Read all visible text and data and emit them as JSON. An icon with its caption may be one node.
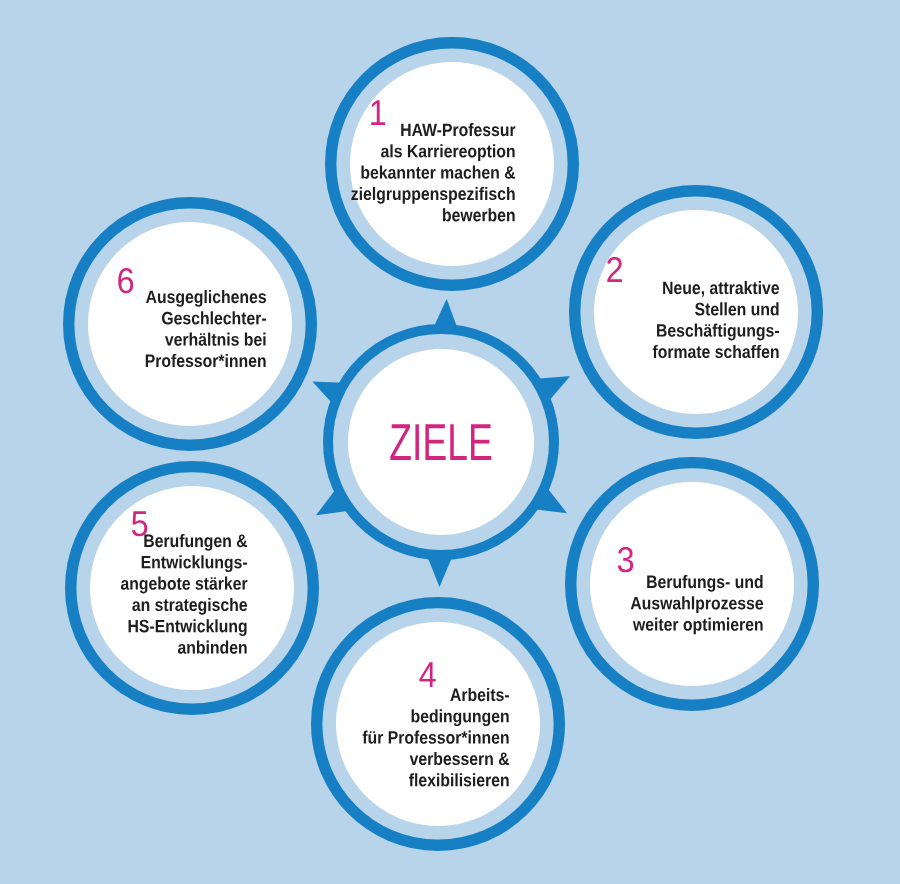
{
  "diagram": {
    "nodes": [
      {
        "text": [
          "ZIELE"
        ]
      },
      {
        "text": [
          "1",
          "HAW-Professur als Karriereoption bekannter machen & zielgruppenspezifisch bewerben"
        ]
      },
      {
        "text": [
          "2",
          "Neue, attraktive Stellen und Beschäftigungs- formate schaffen"
        ]
      },
      {
        "text": [
          "3",
          "Berufungs- und Auswahlprozesse weiter optimieren"
        ]
      },
      {
        "text": [
          "4",
          "Arbeits- bedingungen für Professor*innen verbessern & flexibilisieren"
        ]
      },
      {
        "text": [
          "5",
          "Berufungen & Entwicklungs- angebote stärker an strategische HS-Entwicklung anbinden"
        ]
      },
      {
        "text": [
          "6",
          "Ausgeglichenes Geschlechter- verhältnis bei Professor*innen"
        ]
      }
    ],
    "edges": [
      {
        "from": 0,
        "to": 1,
        "arrow": "to"
      },
      {
        "from": 0,
        "to": 2,
        "arrow": "to"
      },
      {
        "from": 0,
        "to": 3,
        "arrow": "to"
      },
      {
        "from": 0,
        "to": 4,
        "arrow": "to"
      },
      {
        "from": 0,
        "to": 5,
        "arrow": "to"
      },
      {
        "from": 0,
        "to": 6,
        "arrow": "to"
      }
    ]
  }
}
